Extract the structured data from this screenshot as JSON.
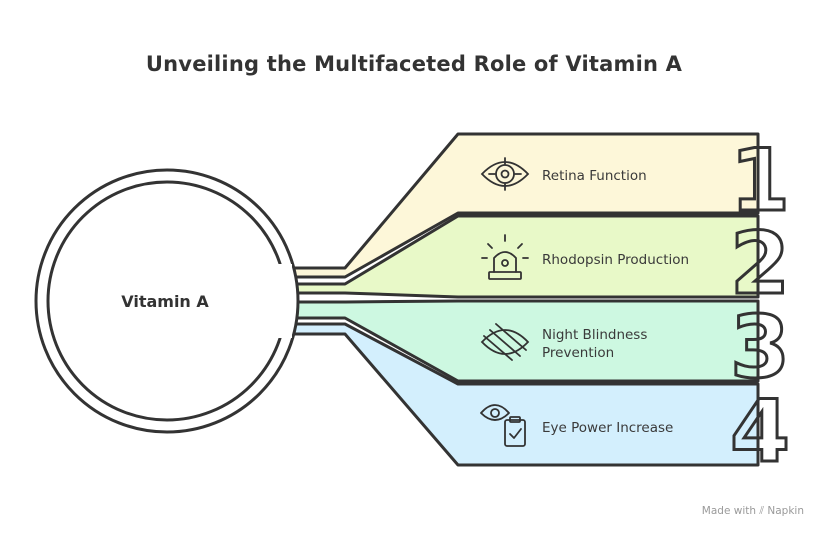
{
  "title": "Unveiling the Multifaceted Role of Vitamin A",
  "center": "Vitamin A",
  "items": [
    {
      "number": "1",
      "label": "Retina Function",
      "icon": "eye-target-icon",
      "color": "#fdf7d9"
    },
    {
      "number": "2",
      "label": "Rhodopsin Production",
      "icon": "alarm-light-icon",
      "color": "#e8f9c8"
    },
    {
      "number": "3",
      "label_line1": "Night Blindness",
      "label_line2": "Prevention",
      "icon": "eye-slash-icon",
      "color": "#cdf8e1"
    },
    {
      "number": "4",
      "label": "Eye Power Increase",
      "icon": "eye-clipboard-icon",
      "color": "#d3effd"
    }
  ],
  "footer": "Made with ⫽ Napkin"
}
